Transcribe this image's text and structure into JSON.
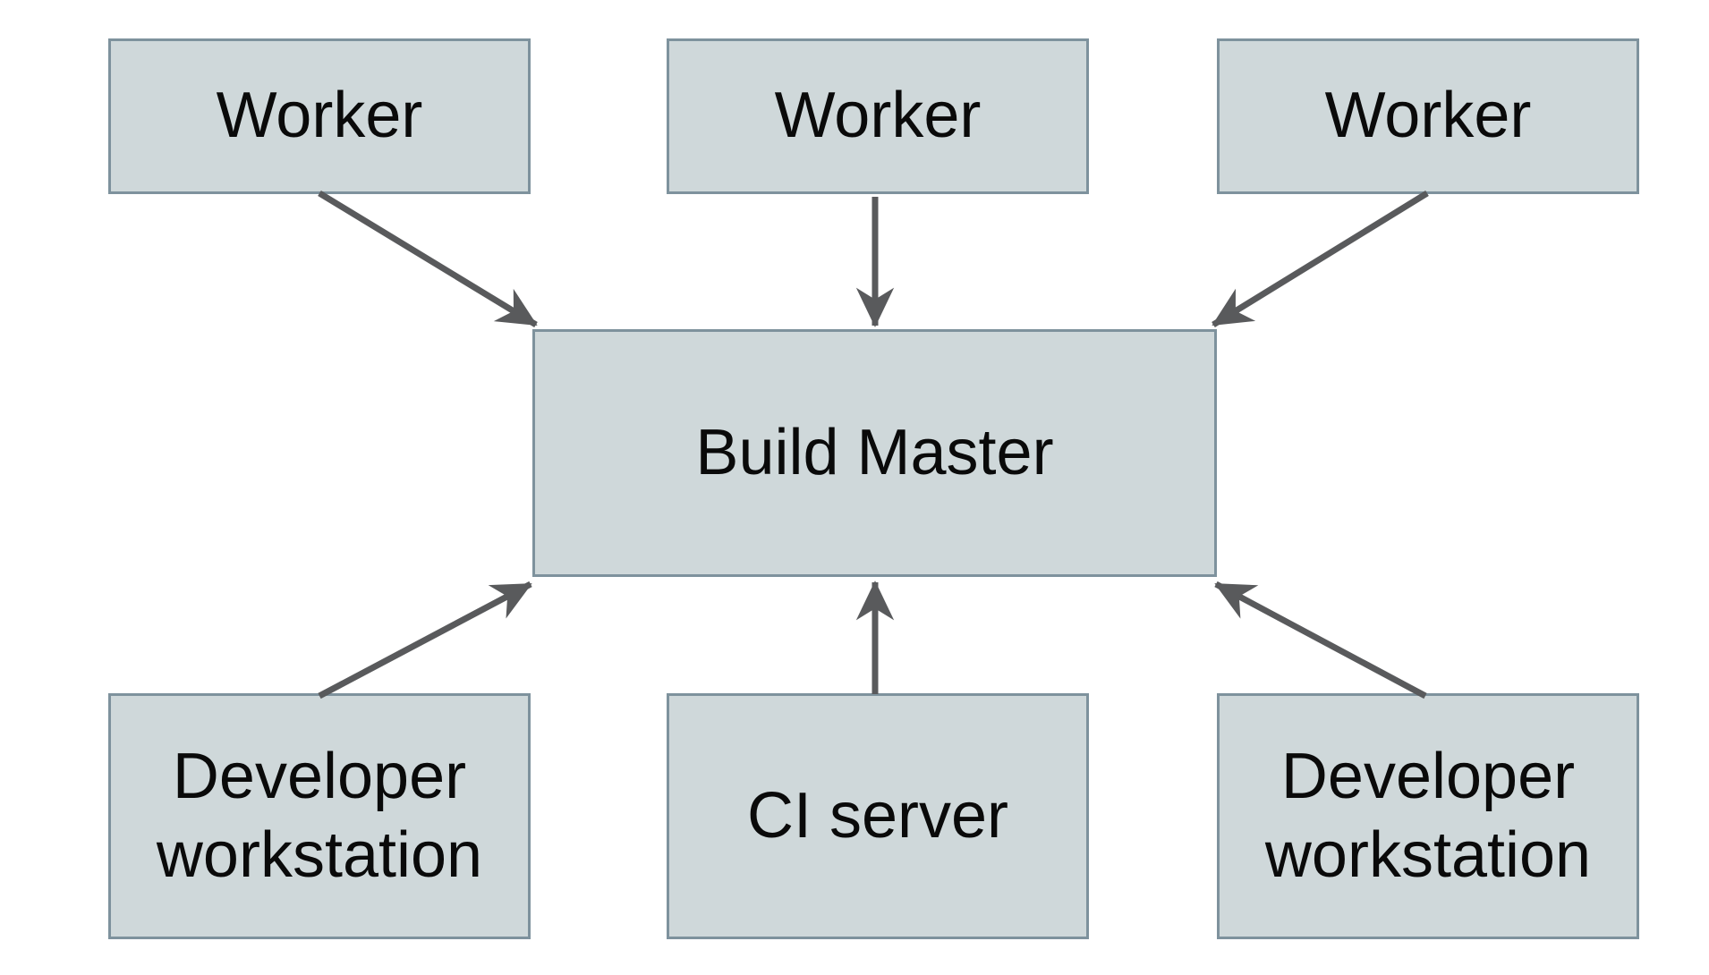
{
  "diagram": {
    "background_color": "#ffffff",
    "node_fill_color": "#cfd8da",
    "node_border_color": "#7e929d",
    "arrow_color": "#595a5c",
    "label_color": "#0a0a0a",
    "nodes": {
      "worker_left": {
        "label": "Worker"
      },
      "worker_middle": {
        "label": "Worker"
      },
      "worker_right": {
        "label": "Worker"
      },
      "build_master": {
        "label": "Build Master"
      },
      "dev_workstation_left": {
        "label": "Developer workstation"
      },
      "ci_server": {
        "label": "CI server"
      },
      "dev_workstation_right": {
        "label": "Developer workstation"
      }
    },
    "edges": [
      {
        "from": "worker_left",
        "to": "build_master"
      },
      {
        "from": "worker_middle",
        "to": "build_master"
      },
      {
        "from": "worker_right",
        "to": "build_master"
      },
      {
        "from": "dev_workstation_left",
        "to": "build_master"
      },
      {
        "from": "ci_server",
        "to": "build_master"
      },
      {
        "from": "dev_workstation_right",
        "to": "build_master"
      }
    ]
  }
}
